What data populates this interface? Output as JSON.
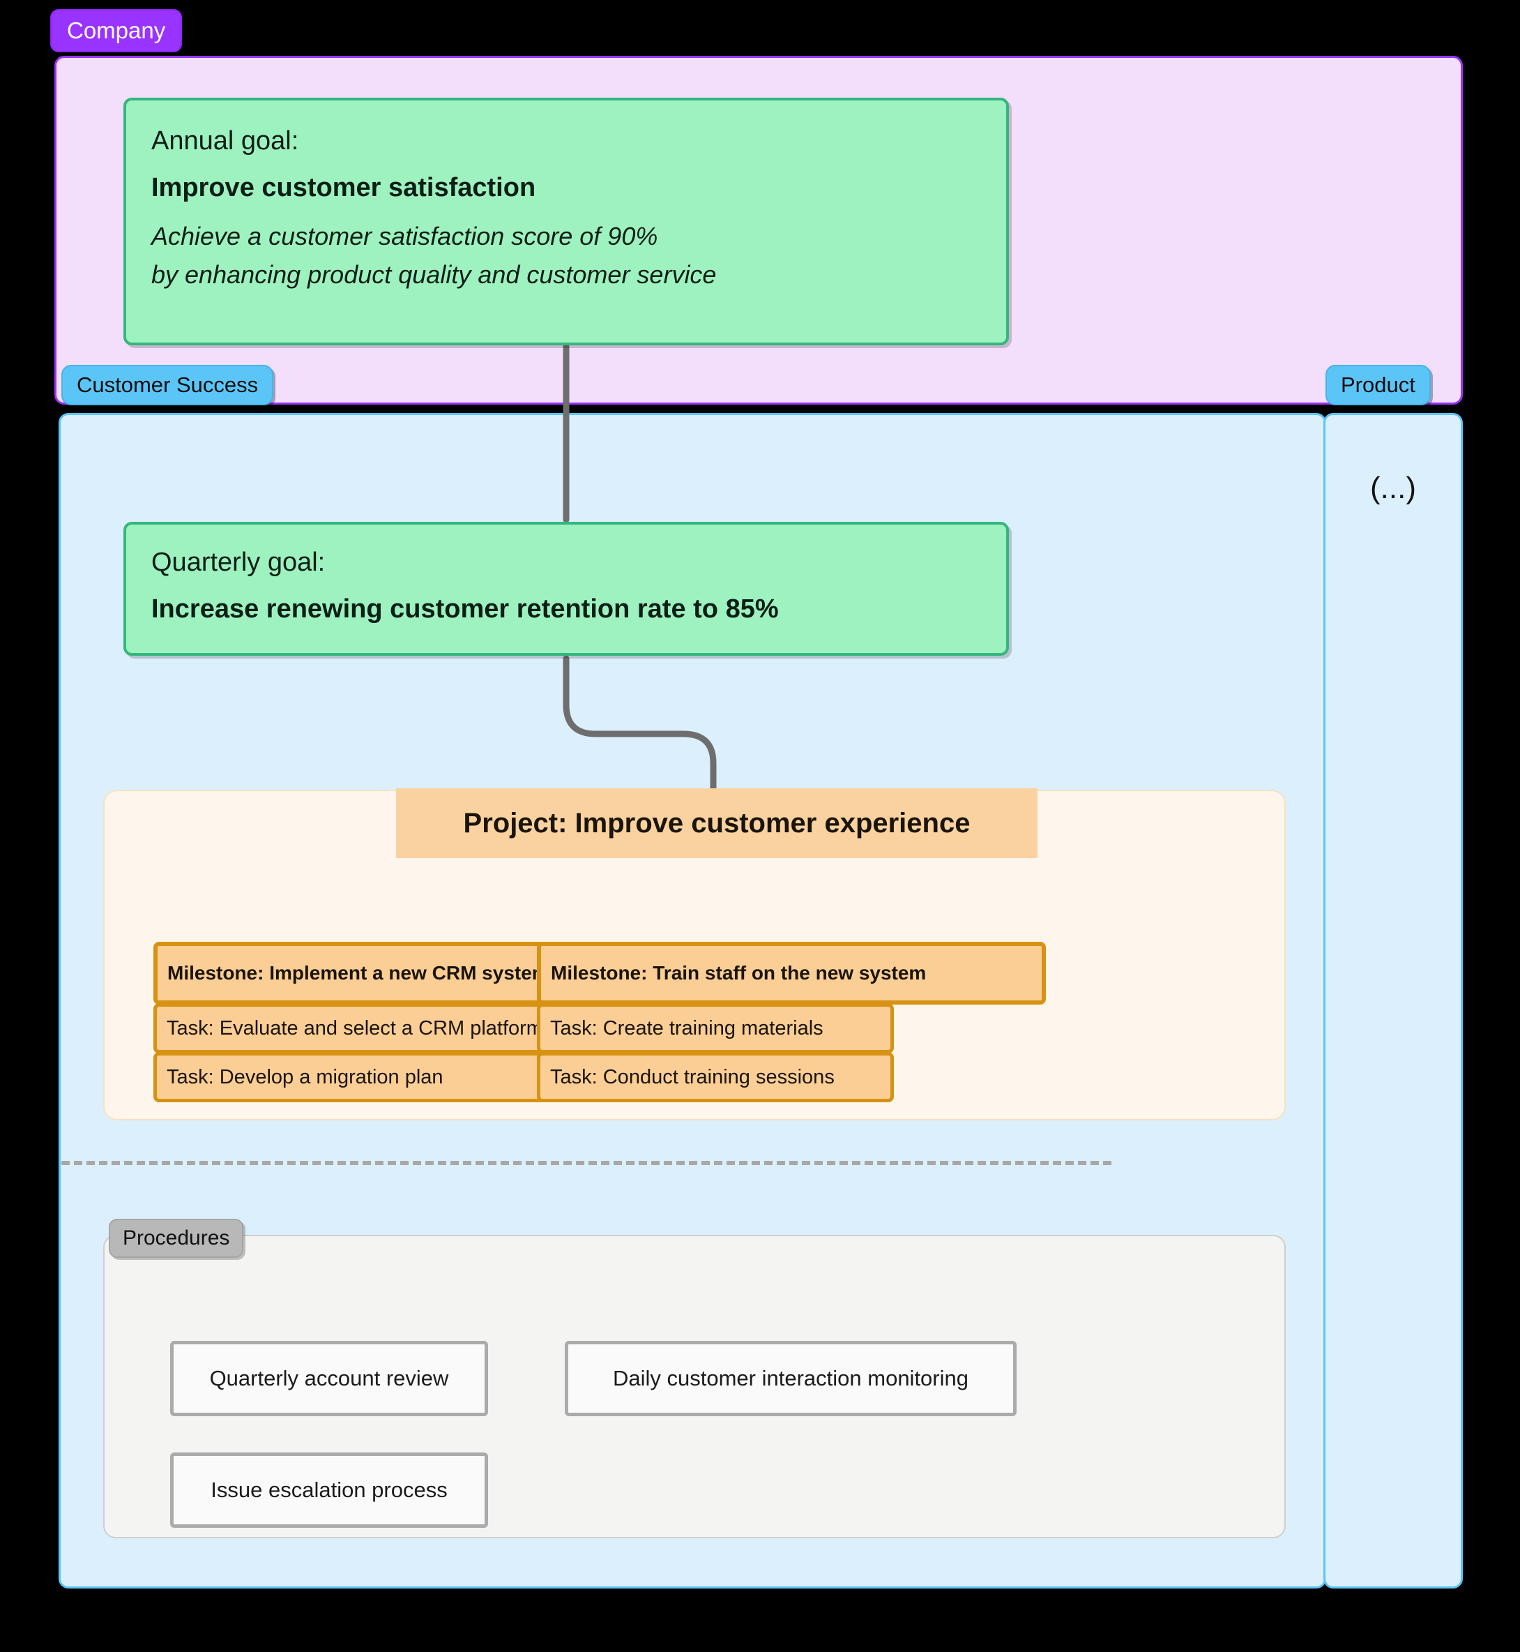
{
  "company": {
    "badge_label": "Company",
    "badge_color": "#9933FF",
    "lane_color": "#F3DFFB",
    "annual_goal": {
      "kind_label": "Annual goal:",
      "title": "Improve customer satisfaction",
      "description_line1": "Achieve a customer satisfaction score of 90%",
      "description_line2": "by enhancing product quality and customer service",
      "card_color": "#9EF2C0",
      "border_color": "#34B77D"
    }
  },
  "teams": {
    "customer_success": {
      "badge_label": "Customer Success",
      "badge_color": "#5CC5F7",
      "lane_color": "#DCEFFC",
      "quarterly_goal": {
        "kind_label": "Quarterly goal:",
        "title": "Increase renewing customer retention rate to 85%"
      },
      "project": {
        "header_label": "Project: Improve customer experience",
        "header_color": "#FAD2A0",
        "panel_color": "#FEF6EC",
        "milestones": [
          {
            "label": "Milestone: Implement a new CRM system",
            "tasks": [
              "Task: Evaluate and select a CRM platform",
              "Task: Develop a migration plan"
            ]
          },
          {
            "label": "Milestone: Train staff on the new system",
            "tasks": [
              "Task: Create training materials",
              "Task: Conduct training sessions"
            ]
          }
        ]
      },
      "procedures": {
        "badge_label": "Procedures",
        "badge_color": "#B8B8B8",
        "items": [
          "Quarterly account review",
          "Daily customer interaction monitoring",
          "Issue escalation process"
        ]
      }
    },
    "product": {
      "badge_label": "Product",
      "badge_color": "#5CC5F7",
      "lane_color": "#DCEFFC",
      "placeholder": "(...)"
    }
  },
  "connectors": {
    "line_color": "#6E6E6E",
    "divider_color": "#A8A8A8"
  }
}
